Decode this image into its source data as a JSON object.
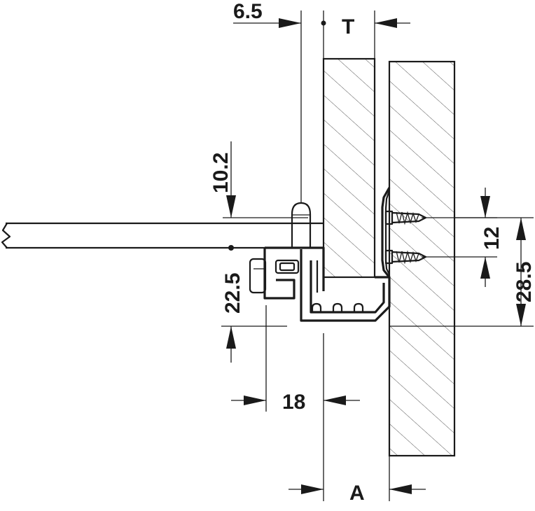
{
  "dimensions": {
    "top_offset": "6.5",
    "thickness": "T",
    "pin_height": "10.2",
    "runner_height": "22.5",
    "screw_spacing": "12",
    "mount_height": "28.5",
    "runner_width": "18",
    "spacing": "A"
  },
  "colors": {
    "line": "#1a1a1a",
    "hatch": "#555555",
    "background": "#ffffff"
  }
}
